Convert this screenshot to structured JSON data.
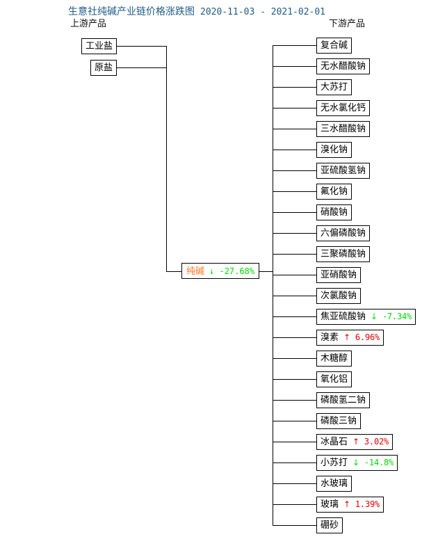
{
  "header": {
    "title": "生意社纯碱产业链价格涨跌图",
    "date_range": "2020-11-03 - 2021-02-01",
    "title_color": "#1f5b86"
  },
  "columns": {
    "upstream_label": "上游产品",
    "downstream_label": "下游产品"
  },
  "colors": {
    "up": "#e30000",
    "down": "#00dd00",
    "focus": "#ff7722",
    "line": "#000000",
    "box_border": "#000000"
  },
  "icons": {
    "up_arrow": "↑",
    "down_arrow": "↓"
  },
  "center": {
    "name": "纯碱",
    "change": "-27.68%",
    "direction": "down",
    "arrow": "↓",
    "display": "↓ -27.68%"
  },
  "upstream": [
    {
      "name": "工业盐",
      "change": null,
      "direction": null
    },
    {
      "name": "原盐",
      "change": null,
      "direction": null
    }
  ],
  "downstream": [
    {
      "name": "复合碱",
      "change": null,
      "direction": null
    },
    {
      "name": "无水醋酸钠",
      "change": null,
      "direction": null
    },
    {
      "name": "大苏打",
      "change": null,
      "direction": null
    },
    {
      "name": "无水氯化钙",
      "change": null,
      "direction": null
    },
    {
      "name": "三水醋酸钠",
      "change": null,
      "direction": null
    },
    {
      "name": "溴化钠",
      "change": null,
      "direction": null
    },
    {
      "name": "亚硫酸氢钠",
      "change": null,
      "direction": null
    },
    {
      "name": "氟化钠",
      "change": null,
      "direction": null
    },
    {
      "name": "硝酸钠",
      "change": null,
      "direction": null
    },
    {
      "name": "六偏磷酸钠",
      "change": null,
      "direction": null
    },
    {
      "name": "三聚磷酸钠",
      "change": null,
      "direction": null
    },
    {
      "name": "亚硝酸钠",
      "change": null,
      "direction": null
    },
    {
      "name": "次氯酸钠",
      "change": null,
      "direction": null
    },
    {
      "name": "焦亚硫酸钠",
      "change": "-7.34%",
      "direction": "down",
      "arrow": "↓"
    },
    {
      "name": "溴素",
      "change": "6.96%",
      "direction": "up",
      "arrow": "↑"
    },
    {
      "name": "木糖醇",
      "change": null,
      "direction": null
    },
    {
      "name": "氧化铝",
      "change": null,
      "direction": null
    },
    {
      "name": "磷酸氢二钠",
      "change": null,
      "direction": null
    },
    {
      "name": "磷酸三钠",
      "change": null,
      "direction": null
    },
    {
      "name": "冰晶石",
      "change": "3.02%",
      "direction": "up",
      "arrow": "↑"
    },
    {
      "name": "小苏打",
      "change": "-14.8%",
      "direction": "down",
      "arrow": "↓"
    },
    {
      "name": "水玻璃",
      "change": null,
      "direction": null
    },
    {
      "name": "玻璃",
      "change": "1.39%",
      "direction": "up",
      "arrow": "↑"
    },
    {
      "name": "硼砂",
      "change": null,
      "direction": null
    }
  ]
}
